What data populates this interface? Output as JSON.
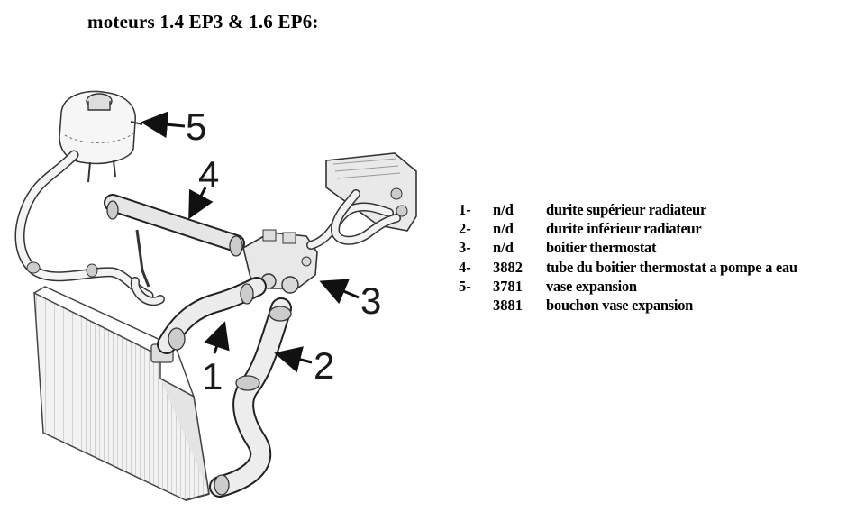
{
  "title": "moteurs 1.4 EP3 & 1.6 EP6:",
  "callouts": [
    "1",
    "2",
    "3",
    "4",
    "5"
  ],
  "legend": [
    {
      "num": "1-",
      "ref": "n/d",
      "desc": "durite supérieur radiateur"
    },
    {
      "num": "2-",
      "ref": "n/d",
      "desc": "durite inférieur radiateur"
    },
    {
      "num": "3-",
      "ref": "n/d",
      "desc": "boitier thermostat"
    },
    {
      "num": "4-",
      "ref": "3882",
      "desc": "tube du boitier thermostat a pompe a eau"
    },
    {
      "num": "5-",
      "ref": "3781",
      "desc": "vase expansion"
    },
    {
      "num": "",
      "ref": "3881",
      "desc": "bouchon vase expansion"
    }
  ]
}
